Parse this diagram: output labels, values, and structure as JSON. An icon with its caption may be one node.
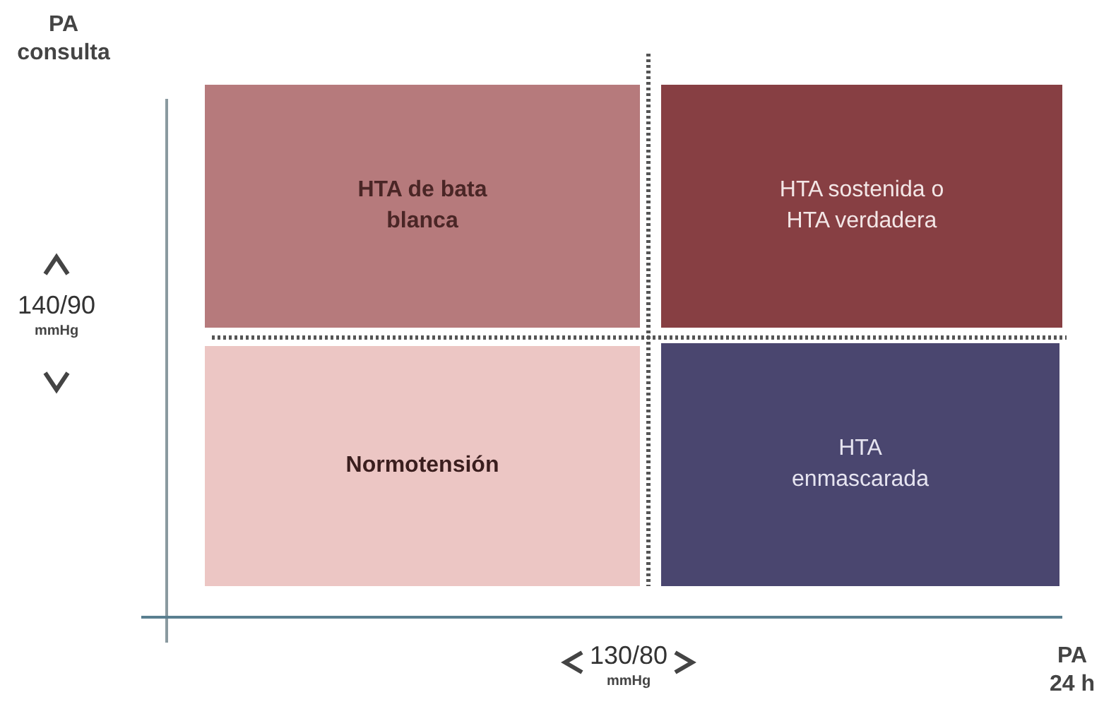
{
  "diagram": {
    "nodes": [
      {
        "text": [
          "HTA de bata blanca"
        ]
      },
      {
        "text": [
          "HTA sostenida o HTA verdadera"
        ]
      },
      {
        "text": [
          "Normotensión"
        ]
      },
      {
        "text": [
          "HTA enmascarada"
        ]
      }
    ],
    "labels": [
      "PA consulta",
      "140/90",
      "mmHg",
      "130/80",
      "mmHg",
      "PA 24 h"
    ]
  }
}
